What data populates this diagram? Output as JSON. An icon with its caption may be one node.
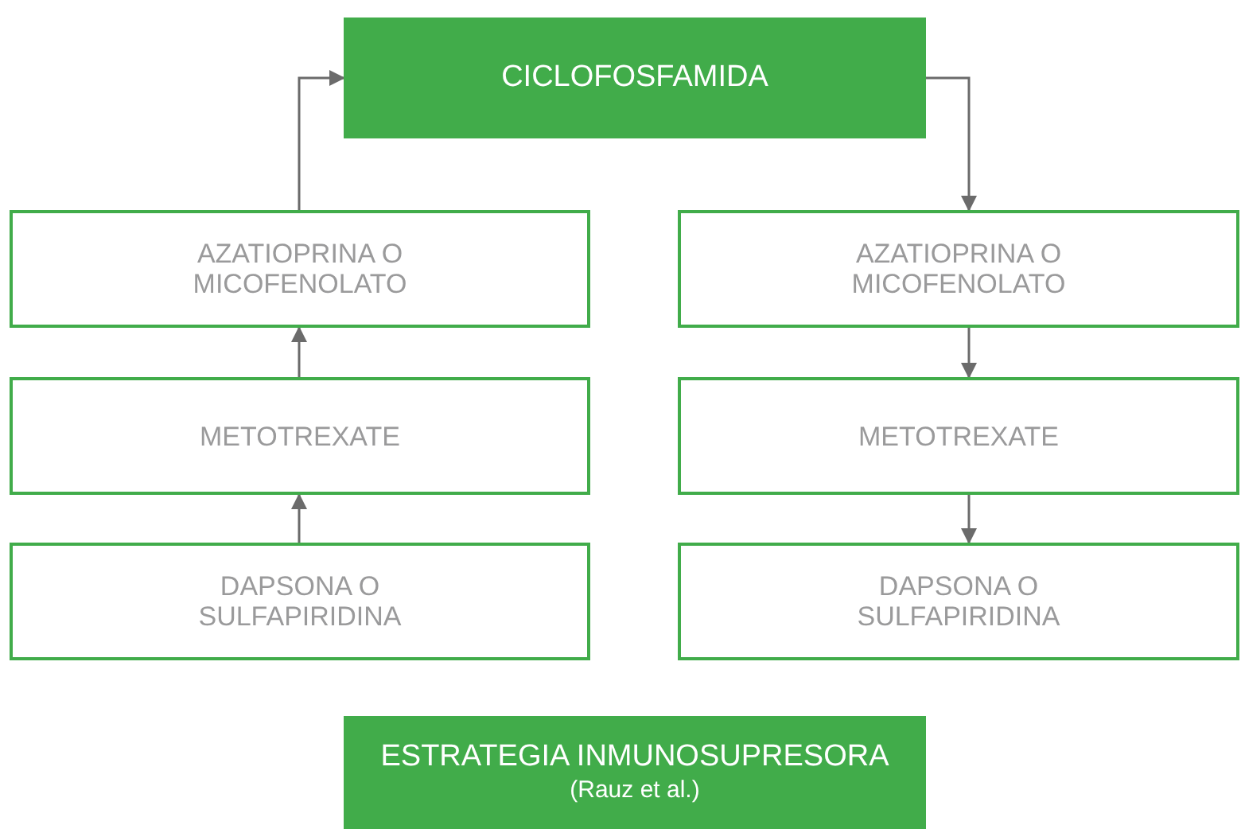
{
  "diagram": {
    "nodes": [
      {
        "text": [
          "CICLOFOSFAMIDA"
        ]
      },
      {
        "text": [
          "AZATIOPRINA O MICOFENOLATO"
        ]
      },
      {
        "text": [
          "AZATIOPRINA O MICOFENOLATO"
        ]
      },
      {
        "text": [
          "METOTREXATE"
        ]
      },
      {
        "text": [
          "METOTREXATE"
        ]
      },
      {
        "text": [
          "DAPSONA O SULFAPIRIDINA"
        ]
      },
      {
        "text": [
          "DAPSONA O SULFAPIRIDINA"
        ]
      },
      {
        "text": [
          "ESTRATEGIA INMUNOSUPRESORA",
          "(Rauz et al.)"
        ]
      }
    ],
    "edges": [
      {
        "from": 5,
        "to": 3,
        "arrow": "to"
      },
      {
        "from": 3,
        "to": 1,
        "arrow": "to"
      },
      {
        "from": 1,
        "to": 0,
        "arrow": "to"
      },
      {
        "from": 0,
        "to": 2,
        "arrow": "to"
      },
      {
        "from": 2,
        "to": 4,
        "arrow": "to"
      },
      {
        "from": 4,
        "to": 6,
        "arrow": "to"
      }
    ]
  }
}
